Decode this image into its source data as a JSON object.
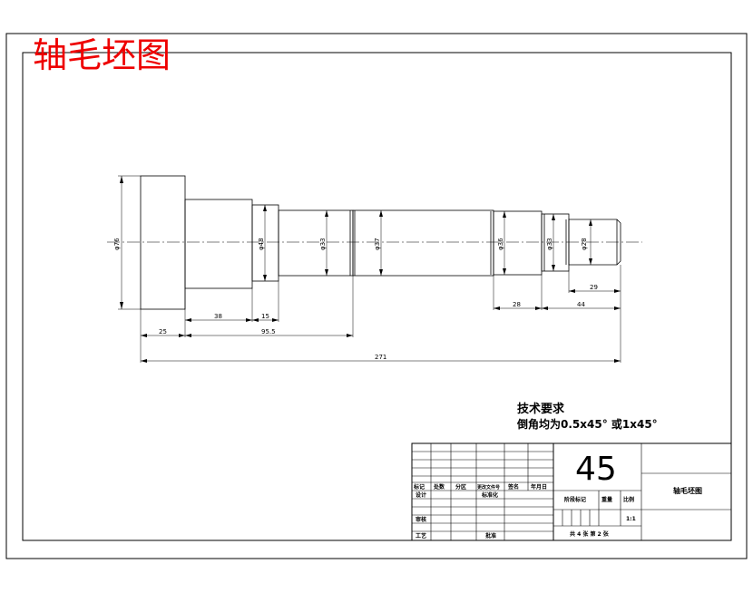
{
  "title": "轴毛坯图",
  "technical_requirements": {
    "heading": "技术要求",
    "line1": "倒角均为0.5x45° 或1x45°"
  },
  "shaft": {
    "diameters": [
      "φ76",
      "φ48",
      "φ33",
      "φ37",
      "φ36",
      "φ33",
      "φ28"
    ],
    "lengths": {
      "seg1": "25",
      "seg2": "38",
      "seg3": "15",
      "combined": "95.5",
      "total": "271",
      "right_a": "28",
      "right_b": "44",
      "right_c": "29"
    }
  },
  "title_block": {
    "material": "45",
    "drawing_name": "轴毛坯图",
    "scale": "1:1",
    "sheets": "共 4 张  第 2 张",
    "headers": {
      "mark": "标记",
      "count": "处数",
      "zone": "分区",
      "change_doc": "更改文件号",
      "signature": "签名",
      "date": "年月日"
    },
    "designer": "设计",
    "standardization": "标准化",
    "checker": "审核",
    "process": "工艺",
    "approve": "批准",
    "stage_mark": "阶段标记",
    "weight": "重量",
    "ratio": "比例"
  }
}
